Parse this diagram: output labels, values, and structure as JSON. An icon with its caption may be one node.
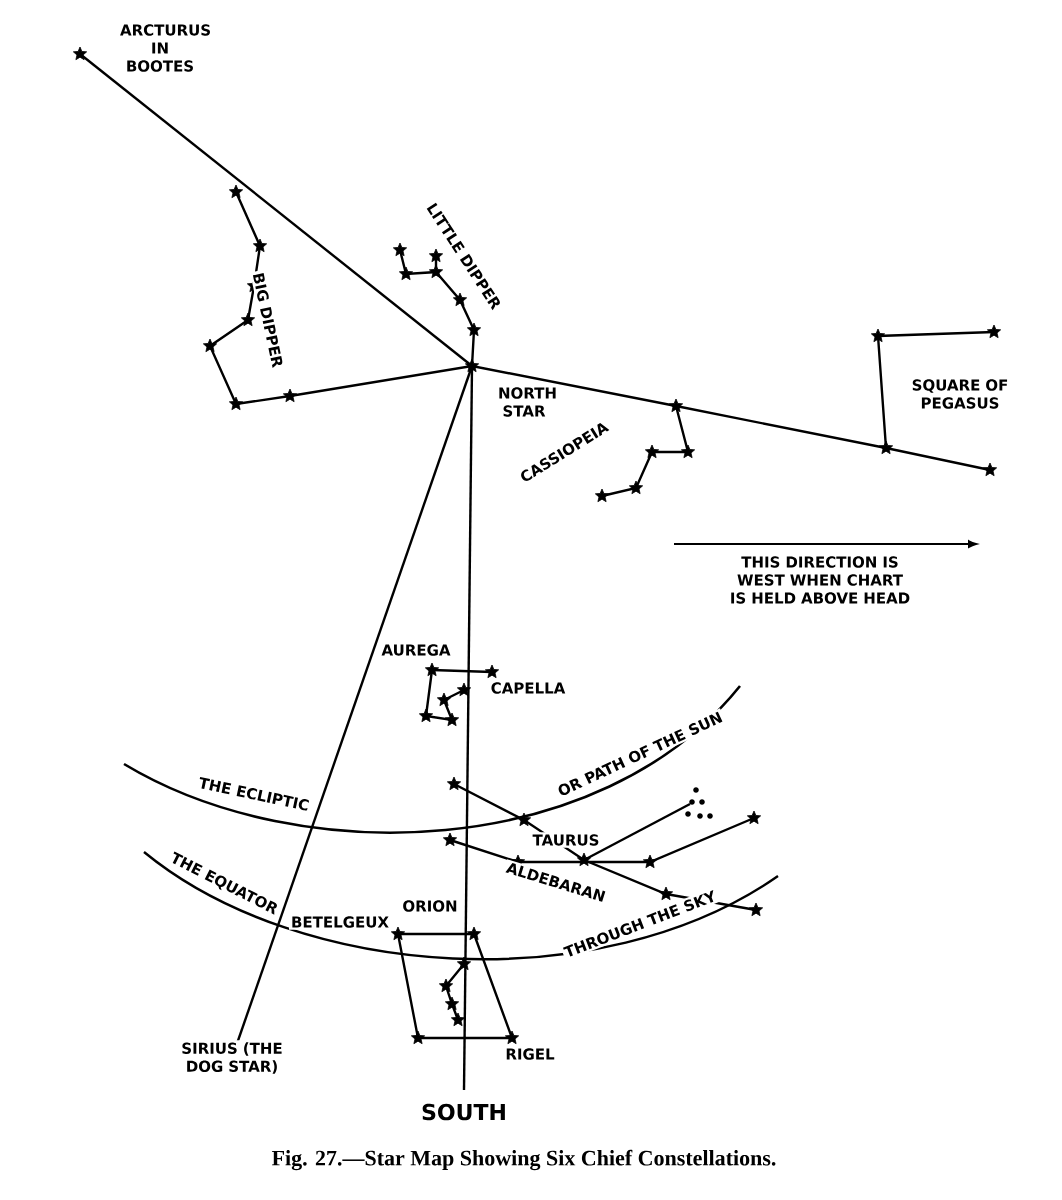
{
  "diagram": {
    "caption": "Fig. 27.—Star Map Showing Six Chief Constellations.",
    "labels": [
      "ARCTURUS IN BOOTES",
      "LITTLE DIPPER",
      "BIG DIPPER",
      "NORTH STAR",
      "SQUARE OF PEGASUS",
      "CASSIOPEIA",
      "THIS DIRECTION IS WEST WHEN CHART IS HELD ABOVE HEAD",
      "AUREGA",
      "CAPELLA",
      "THE ECLIPTIC",
      "OR PATH OF THE SUN",
      "TAURUS",
      "THE EQUATOR",
      "ALDEBARAN",
      "THROUGH THE SKY",
      "ORION",
      "BETELGEUX",
      "SIRIUS (THE DOG STAR)",
      "RIGEL",
      "SOUTH"
    ]
  }
}
